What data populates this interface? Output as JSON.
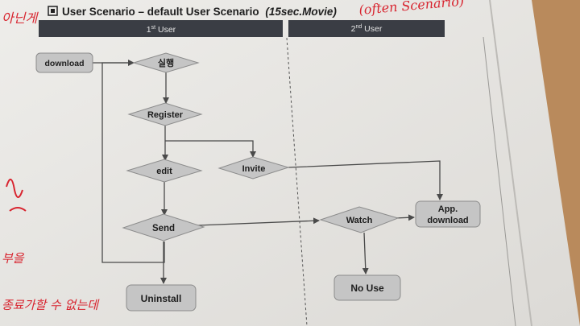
{
  "doc": {
    "title": "User Scenario – default User Scenario",
    "title_italic": "(15sec.Movie)",
    "handwritten_note": "(often Scenario)",
    "margin_scribbles": [
      "아닌게 ...",
      "부을",
      "종료가할 수 없는데"
    ]
  },
  "lanes": [
    {
      "id": "first",
      "label_main": "1",
      "label_sup": "st",
      "label_rest": " User"
    },
    {
      "id": "second",
      "label_main": "2",
      "label_sup": "nd",
      "label_rest": " User"
    }
  ],
  "nodes": {
    "download": "download",
    "run": "실행",
    "register": "Register",
    "edit": "edit",
    "invite": "Invite",
    "send": "Send",
    "uninstall": "Uninstall",
    "watch": "Watch",
    "app_download_line1": "App.",
    "app_download_line2": "download",
    "no_use": "No Use"
  },
  "colors": {
    "header_bar": "#3a3d44",
    "node_fill": "#c5c5c5",
    "node_stroke": "#8c8c8c",
    "paper": "#ecebe8",
    "handwriting": "#d8242f"
  }
}
